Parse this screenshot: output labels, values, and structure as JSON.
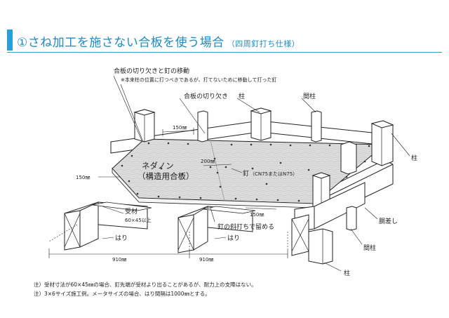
{
  "header": {
    "title": "①さね加工を施さない合板を使う場合",
    "subtitle": "（四周釘打ち仕様）"
  },
  "labels": {
    "notch_and_nail": "合板の切り欠きと釘の移動",
    "notch_note": "※本来柱の位置に打つべきであるが、打てないために移動して打った釘",
    "notch": "合板の切り欠き",
    "pillar_a": "柱",
    "stud_a": "間柱",
    "pillar_b": "柱",
    "dim_150_top": "150㎜",
    "dim_150_left": "150㎜",
    "dim_200": "200㎜",
    "panel_name_1": "ネダノン",
    "panel_name_2": "（構造用合板）",
    "nail": "釘",
    "nail_spec": "（CN75またはN75）",
    "receiver": "受材",
    "receiver_size": "60×45以上",
    "beam_a": "はり",
    "beam_b": "はり",
    "toenail": "釘の斜打ちで留める",
    "dim_150_bottom": "150㎜",
    "dim_910_a": "910㎜",
    "dim_910_b": "910㎜",
    "girth": "胴差し",
    "stud_b": "間柱",
    "pillar_c": "柱"
  },
  "notes": {
    "note1": "注）受材寸法が60×45㎜の場合、釘先端が受材より出ることがあるが、耐力上の支障はない。",
    "note2": "注）3×6サイズ施工例。メータサイズの場合、はり間隔は1000㎜とする。"
  },
  "colors": {
    "accent": "#2a9fd6",
    "panel": "#dcdcdc",
    "lumber": "#ffffff"
  }
}
